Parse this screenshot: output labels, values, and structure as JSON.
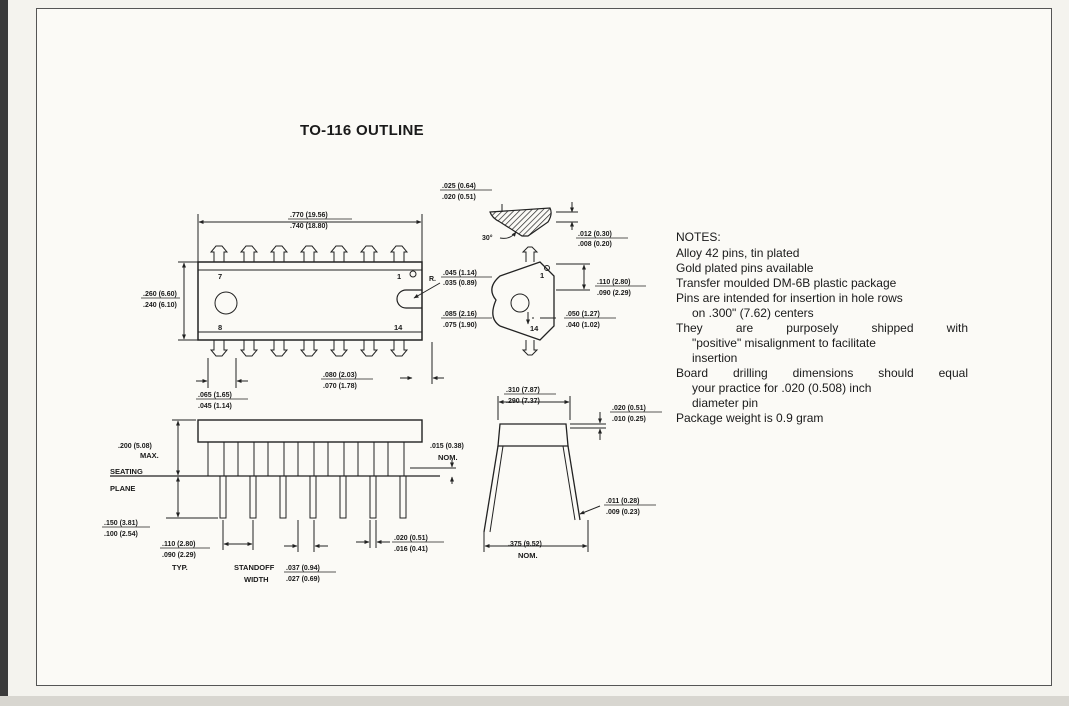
{
  "title": "TO-116 OUTLINE",
  "notes": {
    "heading": "NOTES:",
    "l1": "Alloy 42 pins, tin plated",
    "l2": "Gold plated pins available",
    "l3": "Transfer moulded DM-6B plastic package",
    "l4a": "Pins are intended for insertion in hole rows",
    "l4b": "on .300\" (7.62) centers",
    "l5a": "They are purposely shipped with",
    "l5b": "\"positive\" misalignment to facilitate",
    "l5c": "insertion",
    "l6a": "Board drilling dimensions should equal",
    "l6b": "your practice for .020 (0.508) inch",
    "l6c": "diameter pin",
    "l7": "Package weight is 0.9 gram"
  },
  "dims": {
    "len_max": ".770 (19.56)",
    "len_min": ".740 (18.80)",
    "w_max": ".260 (6.60)",
    "w_min": ".240 (6.10)",
    "r_max": ".045 (1.14)",
    "r_min": ".035 (0.89)",
    "r_label": "R.",
    "t_max": ".025 (0.64)",
    "t_min": ".020 (0.51)",
    "d012": ".012 (0.30)",
    "d008": ".008 (0.20)",
    "angle": "30°",
    "n110": ".110 (2.80)",
    "n090": ".090 (2.29)",
    "n085": ".085 (2.16)",
    "n075": ".075 (1.90)",
    "n050": ".050 (1.27)",
    "n040": ".040 (1.02)",
    "p065": ".065 (1.65)",
    "p045": ".045 (1.14)",
    "e080": ".080 (2.03)",
    "e070": ".070 (1.78)",
    "h200": ".200 (5.08)",
    "max": "MAX.",
    "seating": "SEATING",
    "plane": "PLANE",
    "s015": ".015 (0.38)",
    "nom": "NOM.",
    "l150": ".150 (3.81)",
    "l100": ".100 (2.54)",
    "pitch110": ".110 (2.80)",
    "pitch090": ".090 (2.29)",
    "typ": "TYP.",
    "standoff": "STANDOFF",
    "width": "WIDTH",
    "sw037": ".037 (0.94)",
    "sw027": ".027 (0.69)",
    "lw020": ".020 (0.51)",
    "lw016": ".016 (0.41)",
    "ew310": ".310 (7.87)",
    "ew290": ".290 (7.37)",
    "e020": ".020 (0.51)",
    "e010": ".010 (0.25)",
    "e011": ".011 (0.28)",
    "e009": ".009 (0.23)",
    "e375": ".375 (9.52)",
    "enom": "NOM.",
    "pin1": "1",
    "pin7": "7",
    "pin8": "8",
    "pin14": "14",
    "epin1": "1",
    "epin14": "14"
  }
}
